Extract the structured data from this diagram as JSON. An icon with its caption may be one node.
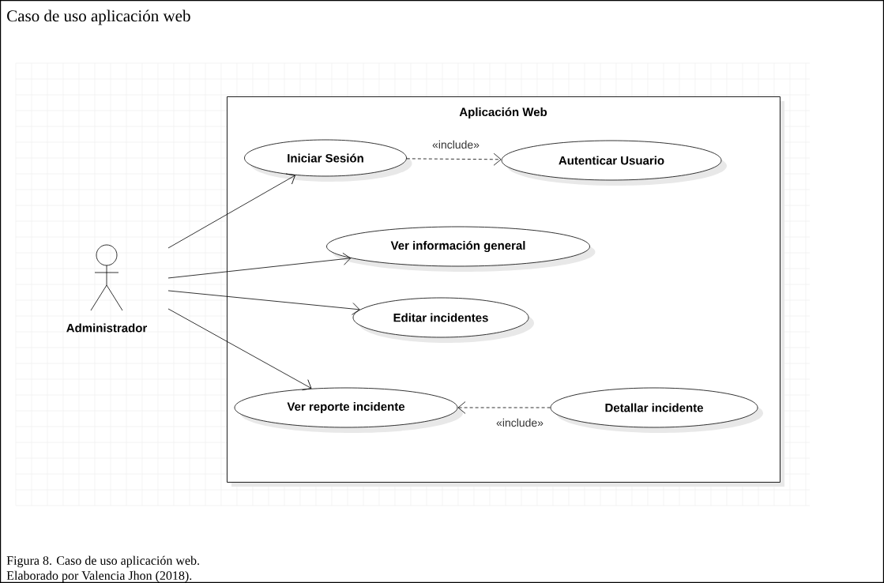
{
  "diagram": {
    "title": "Caso de uso aplicación web",
    "caption": "Figura 8. Caso de uso aplicación web.",
    "nodes": [
      {
        "text": [
          "Aplicación Web"
        ]
      },
      {
        "text": [
          "Iniciar Sesión"
        ],
        "in": 0
      },
      {
        "text": [
          "Autenticar Usuario"
        ],
        "in": 0
      },
      {
        "text": [
          "Ver información general"
        ],
        "in": 0
      },
      {
        "text": [
          "Editar incidentes"
        ],
        "in": 0
      },
      {
        "text": [
          "Ver reporte incidente"
        ],
        "in": 0
      },
      {
        "text": [
          "Detallar incidente"
        ],
        "in": 0
      },
      {
        "text": [
          "Administrador"
        ]
      }
    ],
    "edges": [
      {
        "from": 7,
        "to": 1,
        "arrow": "to"
      },
      {
        "from": 7,
        "to": 3,
        "arrow": "to"
      },
      {
        "from": 7,
        "to": 4,
        "arrow": "to"
      },
      {
        "from": 7,
        "to": 5,
        "arrow": "to"
      },
      {
        "from": 1,
        "to": 2,
        "arrow": "to",
        "style": "dashed",
        "label": "«include»"
      },
      {
        "from": 6,
        "to": 5,
        "arrow": "to",
        "style": "dashed",
        "label": "«include»"
      }
    ],
    "labels": [
      "Elaborado por Valencia Jhon (2018)."
    ]
  }
}
